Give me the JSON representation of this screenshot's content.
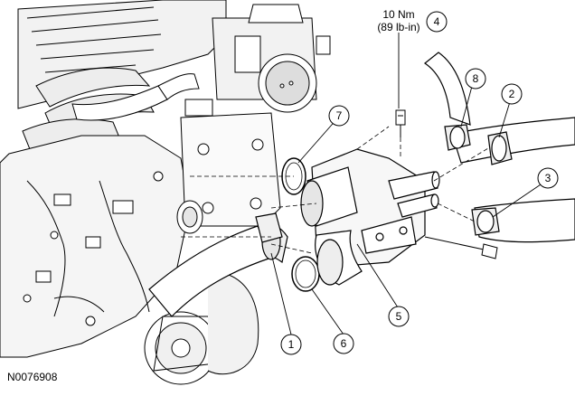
{
  "figure": {
    "id": "N0076908",
    "torque": {
      "metric": "10 Nm",
      "imperial": "(89 lb-in)"
    },
    "callouts": [
      "1",
      "2",
      "3",
      "4",
      "5",
      "6",
      "7",
      "8"
    ],
    "colors": {
      "line": "#000000",
      "background": "#ffffff",
      "shade": "#e6e6e6",
      "dark": "#9a9a9a"
    }
  }
}
